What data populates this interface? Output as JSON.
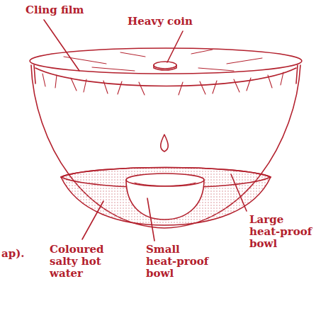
{
  "diagram": {
    "labels": [
      "Cling film",
      "Heavy coin",
      "Large heat-proof bowl",
      "ap).",
      "Coloured salty hot water",
      "Small heat-proof bowl"
    ]
  }
}
